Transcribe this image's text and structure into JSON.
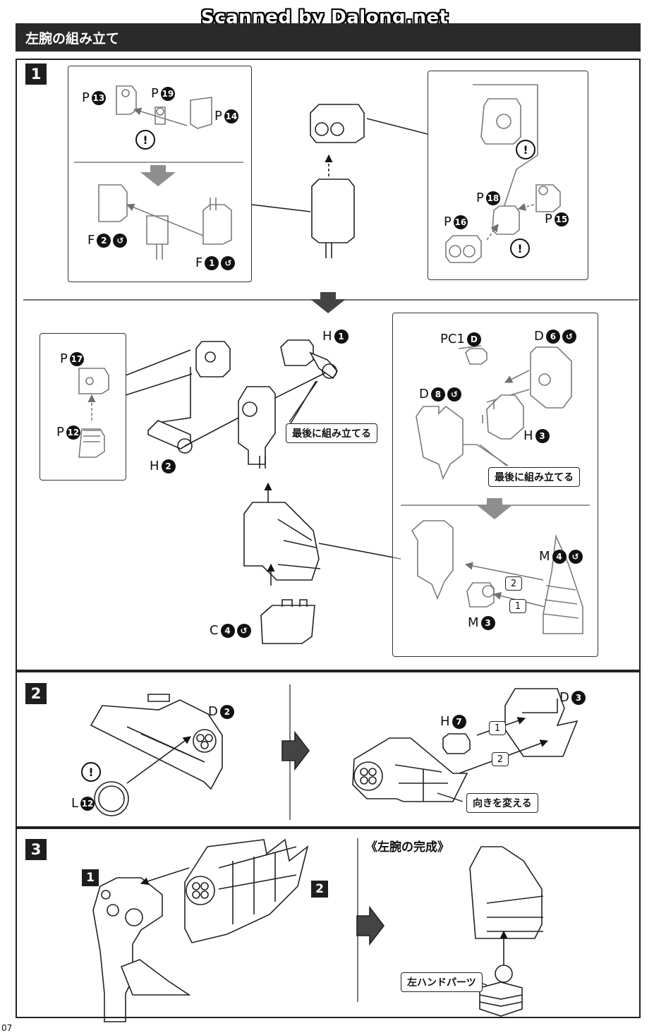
{
  "watermark": "Scanned by Dalong.net",
  "header": {
    "title": "左腕の組み立て"
  },
  "page_number": "07",
  "steps": [
    "1",
    "2",
    "3"
  ],
  "labels": {
    "p13": {
      "letter": "P",
      "num": "13"
    },
    "p19": {
      "letter": "P",
      "num": "19"
    },
    "p14": {
      "letter": "P",
      "num": "14"
    },
    "f2": {
      "letter": "F",
      "num": "2"
    },
    "f1": {
      "letter": "F",
      "num": "1"
    },
    "p18": {
      "letter": "P",
      "num": "18"
    },
    "p16": {
      "letter": "P",
      "num": "16"
    },
    "p15": {
      "letter": "P",
      "num": "15"
    },
    "h1": {
      "letter": "H",
      "num": "1"
    },
    "p17": {
      "letter": "P",
      "num": "17"
    },
    "p12": {
      "letter": "P",
      "num": "12"
    },
    "h2": {
      "letter": "H",
      "num": "2"
    },
    "pc1d": {
      "letter": "PC1",
      "num": "D"
    },
    "d6": {
      "letter": "D",
      "num": "6"
    },
    "d8": {
      "letter": "D",
      "num": "8"
    },
    "h3": {
      "letter": "H",
      "num": "3"
    },
    "m4": {
      "letter": "M",
      "num": "4"
    },
    "m3": {
      "letter": "M",
      "num": "3"
    },
    "c4": {
      "letter": "C",
      "num": "4"
    },
    "d2": {
      "letter": "D",
      "num": "2"
    },
    "l12": {
      "letter": "L",
      "num": "12"
    },
    "d3": {
      "letter": "D",
      "num": "3"
    },
    "h7": {
      "letter": "H",
      "num": "7"
    }
  },
  "callouts": {
    "assemble_last_1": "最後に組み立てる",
    "assemble_last_2": "最後に組み立てる",
    "change_direction": "向きを変える",
    "left_hand_parts": "左ハンドパーツ"
  },
  "sections": {
    "complete_title": "《左腕の完成》"
  },
  "step3_markers": [
    "1",
    "2"
  ],
  "order_marks": [
    "1",
    "2"
  ],
  "icons": [
    "caution-icon",
    "sticker-icon",
    "arrow-down-icon",
    "arrow-right-icon"
  ]
}
